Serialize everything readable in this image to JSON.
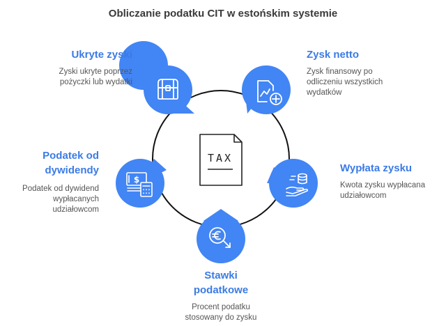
{
  "title": "Obliczanie podatku CIT w estońskim systemie",
  "center": {
    "label": "TAX",
    "icon": "tax-document-icon"
  },
  "colors": {
    "accent": "#3b7be6",
    "node": "#4285f4",
    "ring": "#111111",
    "text": "#555555"
  },
  "nodes": [
    {
      "id": "ukryte-zyski",
      "heading": "Ukryte zyski",
      "description": [
        "Zyski ukryte poprzez",
        "pożyczki lub wydatki"
      ],
      "icon": "treasure-chest-icon"
    },
    {
      "id": "zysk-netto",
      "heading": "Zysk netto",
      "description": [
        "Zysk finansowy po",
        "odliczeniu wszystkich",
        "wydatków"
      ],
      "icon": "financial-report-add-icon"
    },
    {
      "id": "wyplata-zysku",
      "heading": "Wypłata zysku",
      "description": [
        "Kwota zysku wypłacana",
        "udziałowcom"
      ],
      "icon": "hand-coins-payout-icon"
    },
    {
      "id": "stawki-podatkowe",
      "heading": [
        "Stawki",
        "podatkowe"
      ],
      "description": [
        "Procent podatku",
        "stosowany do zysku"
      ],
      "icon": "euro-rate-down-icon"
    },
    {
      "id": "podatek-od-dywidendy",
      "heading": [
        "Podatek od",
        "dywidendy"
      ],
      "description": [
        "Podatek od dywidend",
        "wypłacanych",
        "udziałowcom"
      ],
      "icon": "money-calculator-icon"
    }
  ]
}
